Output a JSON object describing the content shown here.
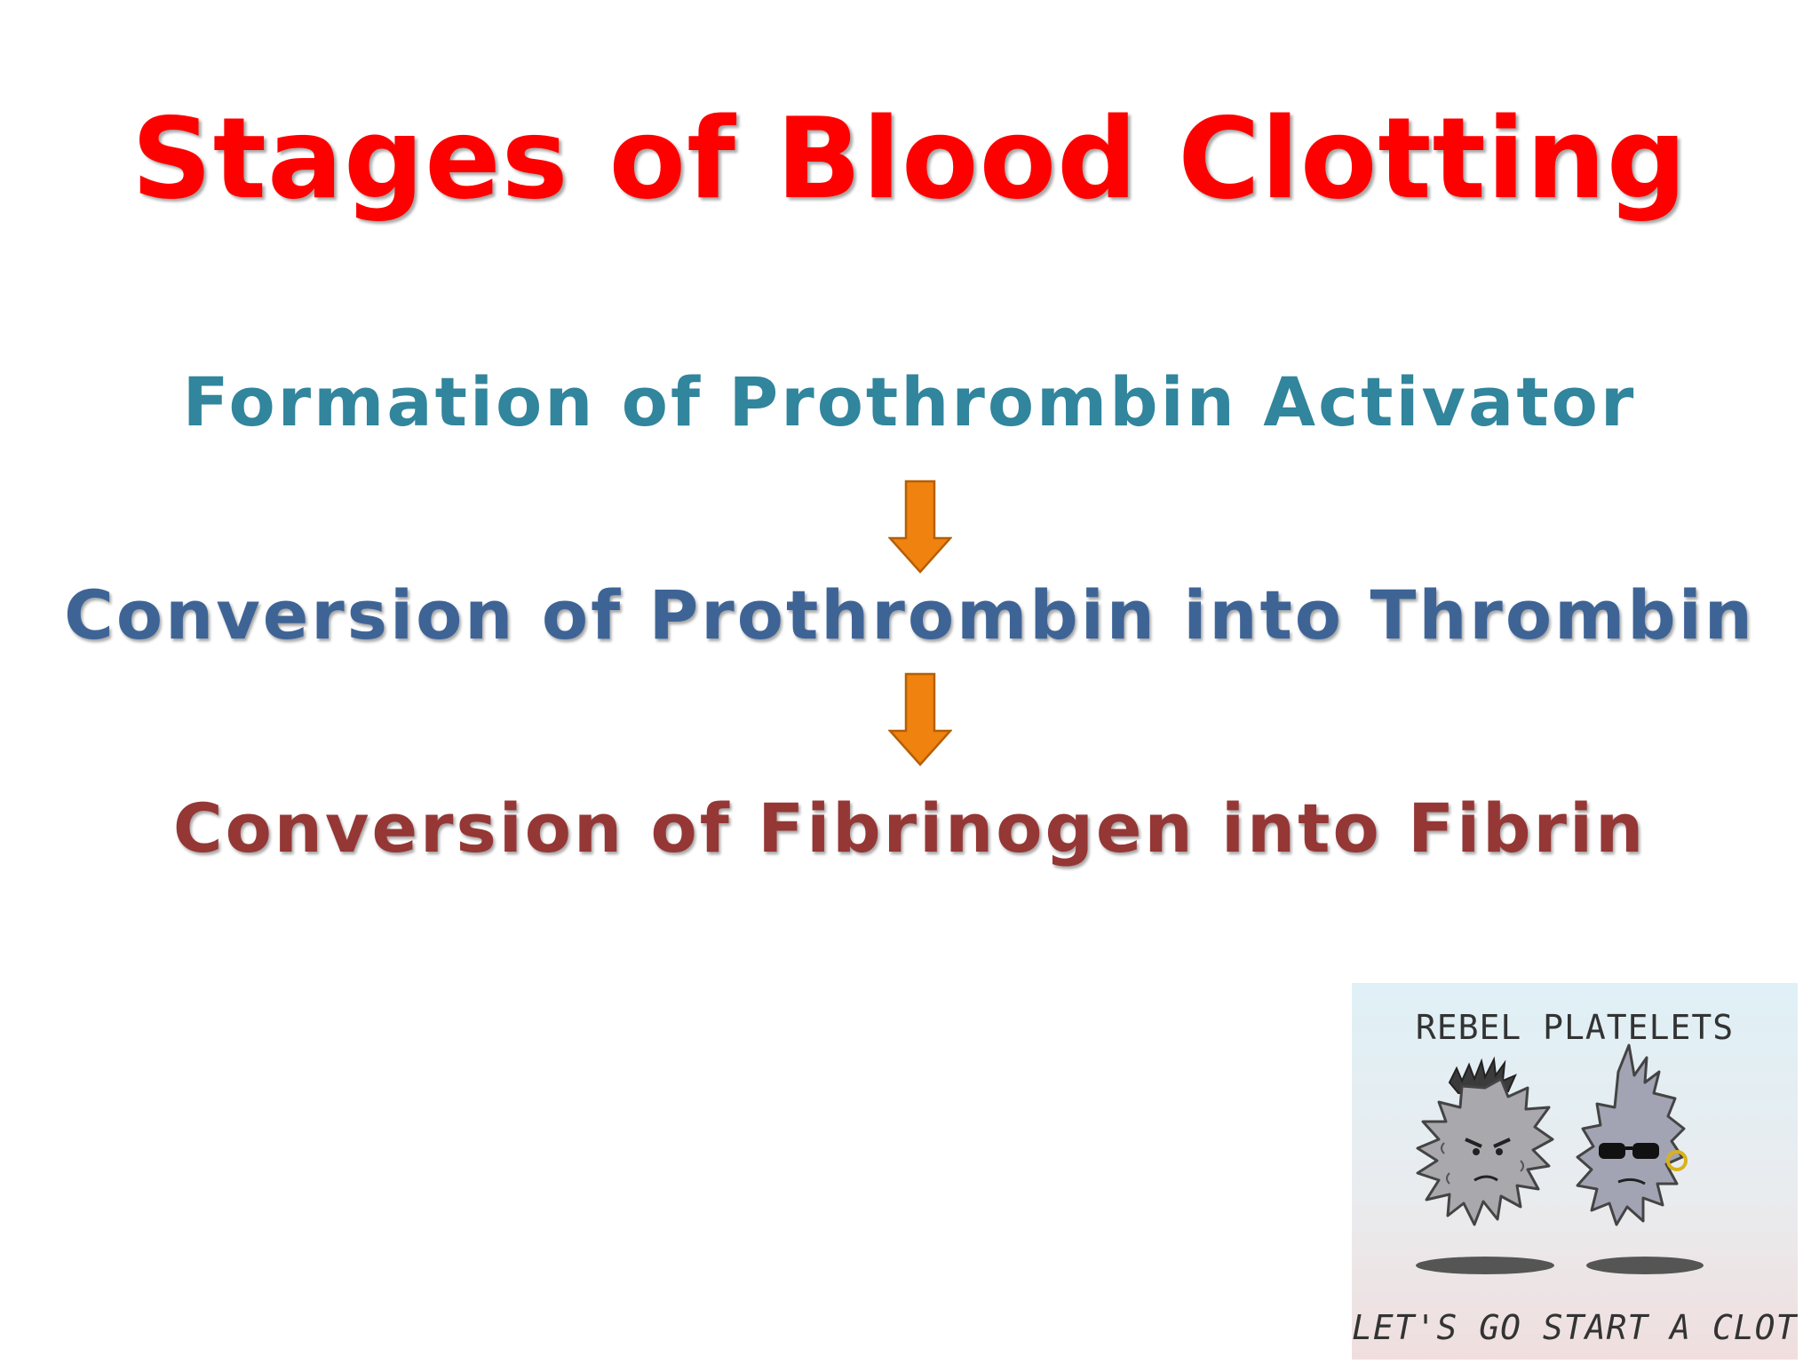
{
  "title": "Stages of Blood Clotting",
  "stages": [
    {
      "label": "Formation of Prothrombin Activator",
      "color": "#31859c"
    },
    {
      "label": "Conversion of Prothrombin into Thrombin",
      "color": "#3e6496"
    },
    {
      "label": "Conversion of Fibrinogen into Fibrin",
      "color": "#953735"
    }
  ],
  "arrow_color": "#f0820f",
  "cartoon": {
    "top_caption": "REBEL PLATELETS",
    "bottom_caption": "LET'S GO START A CLOT!"
  }
}
